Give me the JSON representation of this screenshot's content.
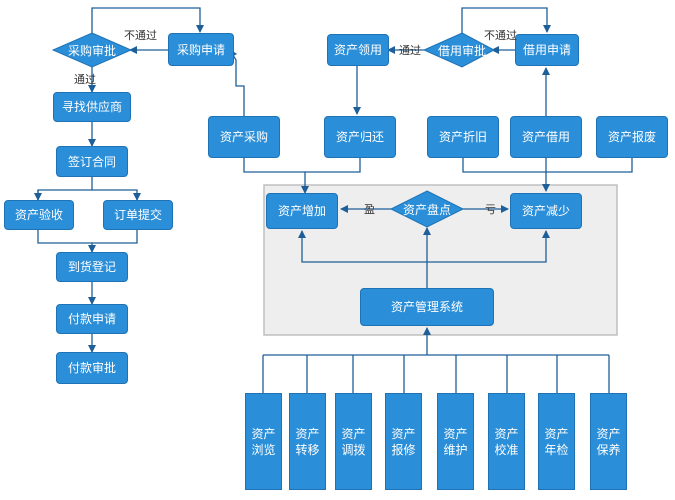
{
  "nodes": {
    "purchase_approval": "采购审批",
    "purchase_request": "采购申请",
    "find_supplier": "寻找供应商",
    "sign_contract": "签订合同",
    "asset_acceptance": "资产验收",
    "order_submit": "订单提交",
    "arrival_register": "到货登记",
    "payment_request": "付款申请",
    "payment_approval": "付款审批",
    "asset_purchase": "资产采购",
    "asset_return": "资产归还",
    "asset_borrow_use": "资产领用",
    "borrow_approval": "借用审批",
    "borrow_request": "借用申请",
    "asset_depreciation": "资产折旧",
    "asset_borrow": "资产借用",
    "asset_scrap": "资产报废",
    "asset_increase": "资产增加",
    "asset_inventory": "资产盘点",
    "asset_decrease": "资产减少",
    "asset_system": "资产管理系统"
  },
  "modules": [
    [
      "资产",
      "浏览"
    ],
    [
      "资产",
      "转移"
    ],
    [
      "资产",
      "调拨"
    ],
    [
      "资产",
      "报修"
    ],
    [
      "资产",
      "维护"
    ],
    [
      "资产",
      "校准"
    ],
    [
      "资产",
      "年检"
    ],
    [
      "资产",
      "保养"
    ]
  ],
  "edge_labels": {
    "reject_left": "不通过",
    "pass_left": "通过",
    "pass_mid": "通过",
    "reject_right": "不通过",
    "surplus": "盈",
    "deficit": "亏"
  },
  "colors": {
    "node_fill": "#2b8ed8",
    "node_border": "#1f73b5",
    "line": "#1f5f99",
    "panel": "#eeeeee",
    "panel_border": "#bfbfbf"
  }
}
